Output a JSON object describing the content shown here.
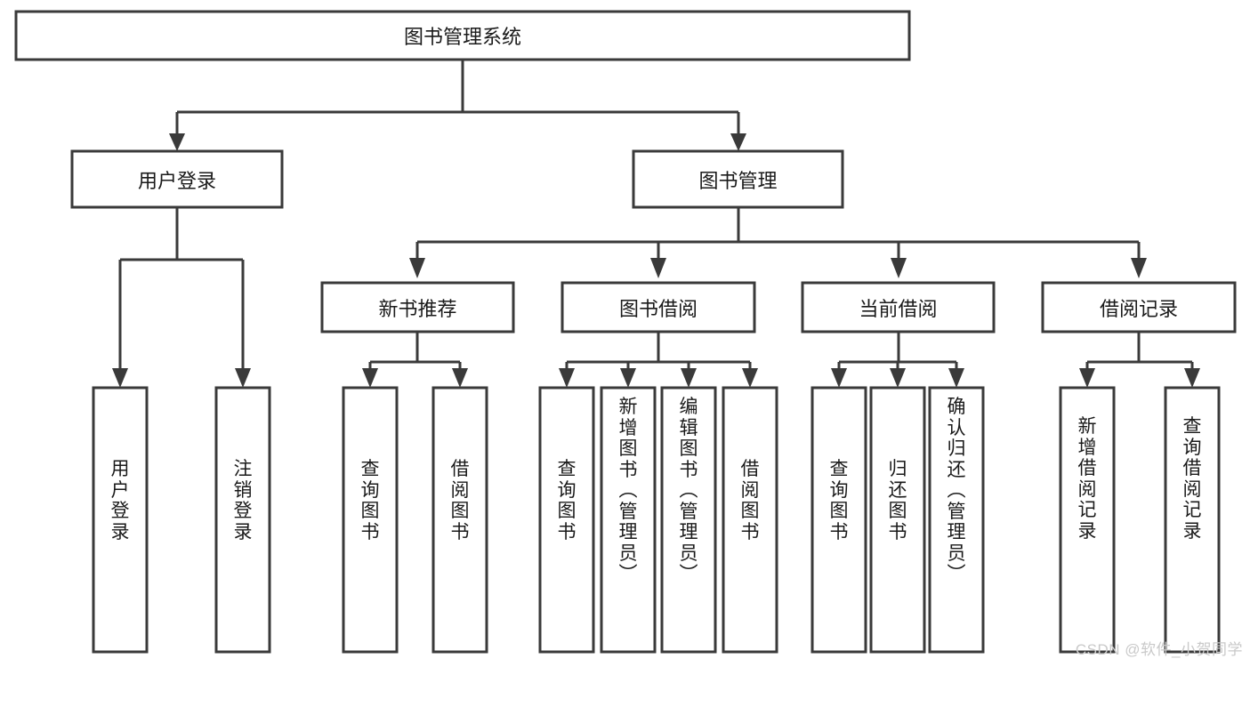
{
  "diagram": {
    "type": "hierarchy-tree",
    "title": "图书管理系统",
    "watermark": "CSDN @软件_小贺同学",
    "colors": {
      "box_stroke": "#3a3a3a",
      "box_fill": "#ffffff",
      "text": "#1a1a1a",
      "watermark": "#c9c9c9",
      "background": "#ffffff"
    },
    "root": {
      "label": "图书管理系统"
    },
    "level2": [
      {
        "label": "用户登录"
      },
      {
        "label": "图书管理"
      }
    ],
    "level3": [
      {
        "label": "新书推荐"
      },
      {
        "label": "图书借阅"
      },
      {
        "label": "当前借阅"
      },
      {
        "label": "借阅记录"
      }
    ],
    "leaves": {
      "user_login": [
        {
          "label": "用户登录"
        },
        {
          "label": "注销登录"
        }
      ],
      "new_book_recommend": [
        {
          "label": "查询图书"
        },
        {
          "label": "借阅图书"
        }
      ],
      "book_borrow": [
        {
          "label": "查询图书"
        },
        {
          "label": "新增图书（管理员）"
        },
        {
          "label": "编辑图书（管理员）"
        },
        {
          "label": "借阅图书"
        }
      ],
      "current_borrow": [
        {
          "label": "查询图书"
        },
        {
          "label": "归还图书"
        },
        {
          "label": "确认归还（管理员）"
        }
      ],
      "borrow_record": [
        {
          "label": "新增借阅记录"
        },
        {
          "label": "查询借阅记录"
        }
      ]
    }
  }
}
